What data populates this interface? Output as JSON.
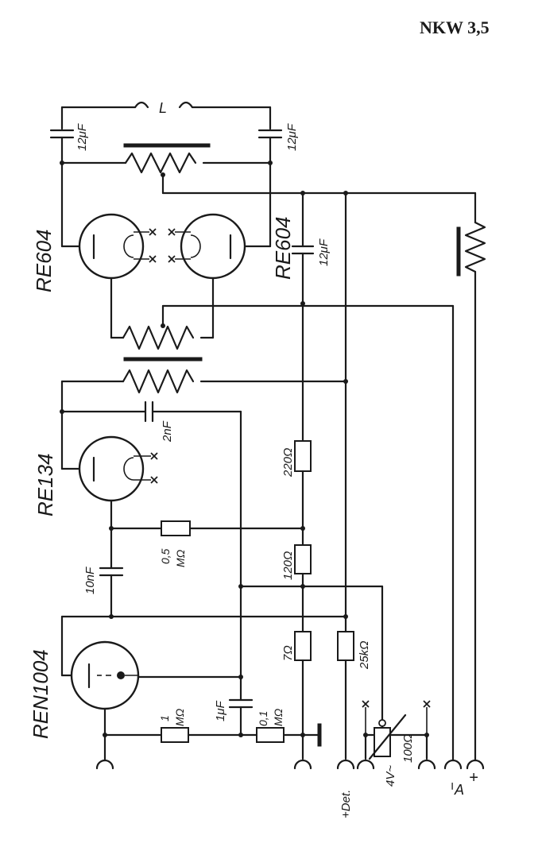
{
  "title": "NKW 3,5",
  "tubes": {
    "v1": "RE604",
    "v2": "RE604",
    "v3": "RE134",
    "v4": "REN1004"
  },
  "capacitors": {
    "c_top_left": "12μF",
    "c_top_right": "12μF",
    "c_mid": "12μF",
    "c_2nf": "2nF",
    "c_10nf": "10nF",
    "c_1uf": "1μF"
  },
  "resistors": {
    "r220": "220Ω",
    "r05m_a": "0,5",
    "r05m_b": "MΩ",
    "r120": "120Ω",
    "r7": "7Ω",
    "r25k": "25kΩ",
    "r1m_a": "1",
    "r1m_b": "MΩ",
    "r01m_a": "0,1",
    "r01m_b": "MΩ",
    "pot100": "100Ω"
  },
  "inductor": "L",
  "terminals": {
    "det": "+Det.",
    "ac": "4V~",
    "a_minus": "−",
    "a_plus": "+",
    "a": "A"
  },
  "colors": {
    "ink": "#1a1a1a",
    "paper": "#ffffff"
  }
}
